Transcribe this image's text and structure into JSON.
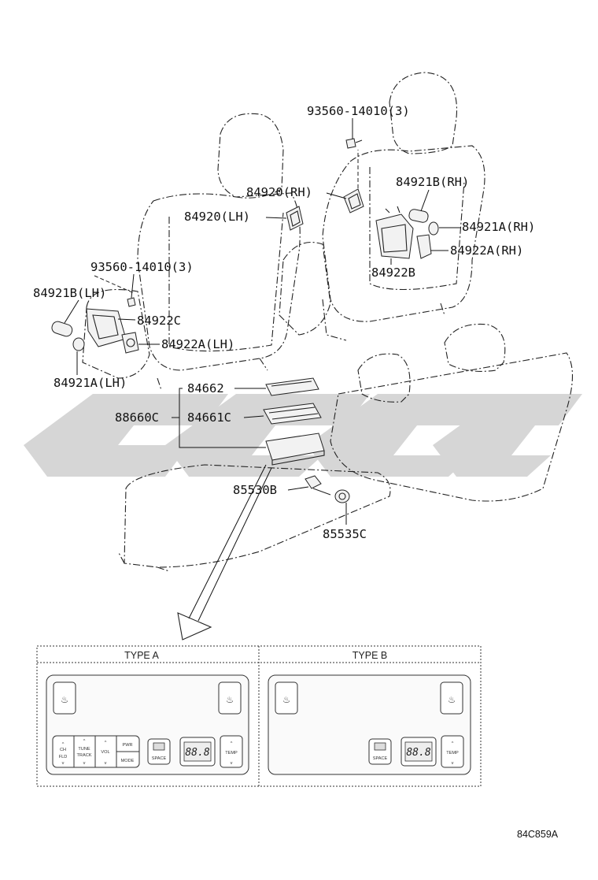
{
  "parts": {
    "screw_rh": "93560-14010(3)",
    "bracket_rh": "84920(RH)",
    "bracket_lh": "84920(LH)",
    "knob_b_rh": "84921B(RH)",
    "knob_a_rh": "84921A(RH)",
    "switch_a_rh": "84922A(RH)",
    "switch_b": "84922B",
    "screw_lh": "93560-14010(3)",
    "knob_b_lh": "84921B(LH)",
    "switch_c": "84922C",
    "switch_a_lh": "84922A(LH)",
    "knob_a_lh": "84921A(LH)",
    "panel_84662": "84662",
    "assy_88660c": "88660C",
    "panel_84661c": "84661C",
    "socket_85530b": "85530B",
    "bulb_85535c": "85535C"
  },
  "panels": {
    "type_a": {
      "title": "TYPE A",
      "buttons": {
        "ch_fld": [
          "CH",
          "FLD"
        ],
        "tune_track": [
          "TUNE",
          "TRACK"
        ],
        "vol": "VOL",
        "pwr_mode": [
          "PWR",
          "MODE"
        ],
        "space": "SPACE",
        "temp": "TEMP"
      },
      "display": "88.8"
    },
    "type_b": {
      "title": "TYPE B",
      "buttons": {
        "space": "SPACE",
        "temp": "TEMP"
      },
      "display": "88.8"
    }
  },
  "watermark_colors": {
    "fill": "#d6d6d6"
  },
  "diagram_code": "84C859A"
}
